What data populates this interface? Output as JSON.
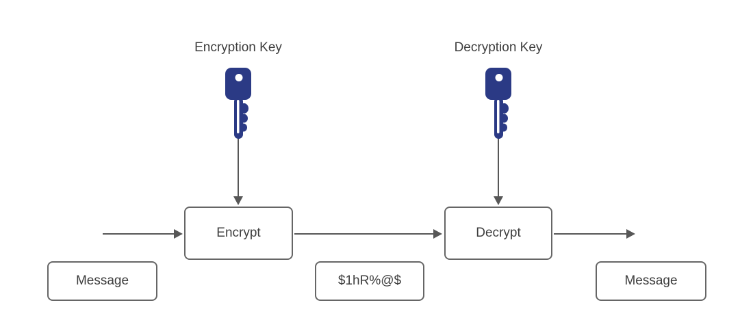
{
  "diagram": {
    "labels": {
      "encryption_key": "Encryption Key",
      "decryption_key": "Decryption Key"
    },
    "nodes": {
      "encrypt": "Encrypt",
      "decrypt": "Decrypt",
      "message_input": "Message",
      "ciphertext": "$1hR%@$",
      "message_output": "Message"
    },
    "icons": {
      "encryption_key": "key-icon",
      "decryption_key": "key-icon"
    },
    "colors": {
      "key_fill": "#2b3a85",
      "key_hole": "#ffffff",
      "arrow_stroke": "#575757",
      "box_border": "#666666",
      "text": "#3d3d3d",
      "background": "#ffffff"
    }
  }
}
